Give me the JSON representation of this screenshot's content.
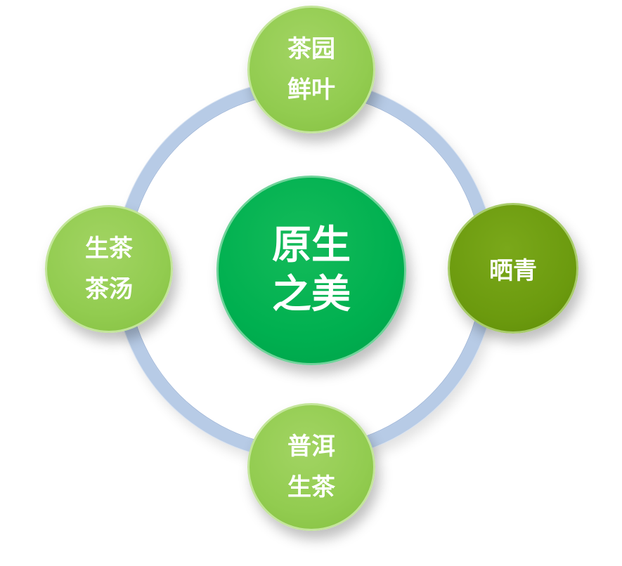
{
  "center": {
    "line1": "原生",
    "line2": "之美",
    "color": "#00b050"
  },
  "nodes": {
    "top": {
      "line1": "茶园",
      "line2": "鲜叶",
      "color": "#92cc50"
    },
    "right": {
      "line1": "晒青",
      "color": "#6b9a0e"
    },
    "bottom": {
      "line1": "普洱",
      "line2": "生茶",
      "color": "#92cc50"
    },
    "left": {
      "line1": "生茶",
      "line2": "茶汤",
      "color": "#92cc50"
    }
  },
  "ring_color": "#b7cbe6"
}
